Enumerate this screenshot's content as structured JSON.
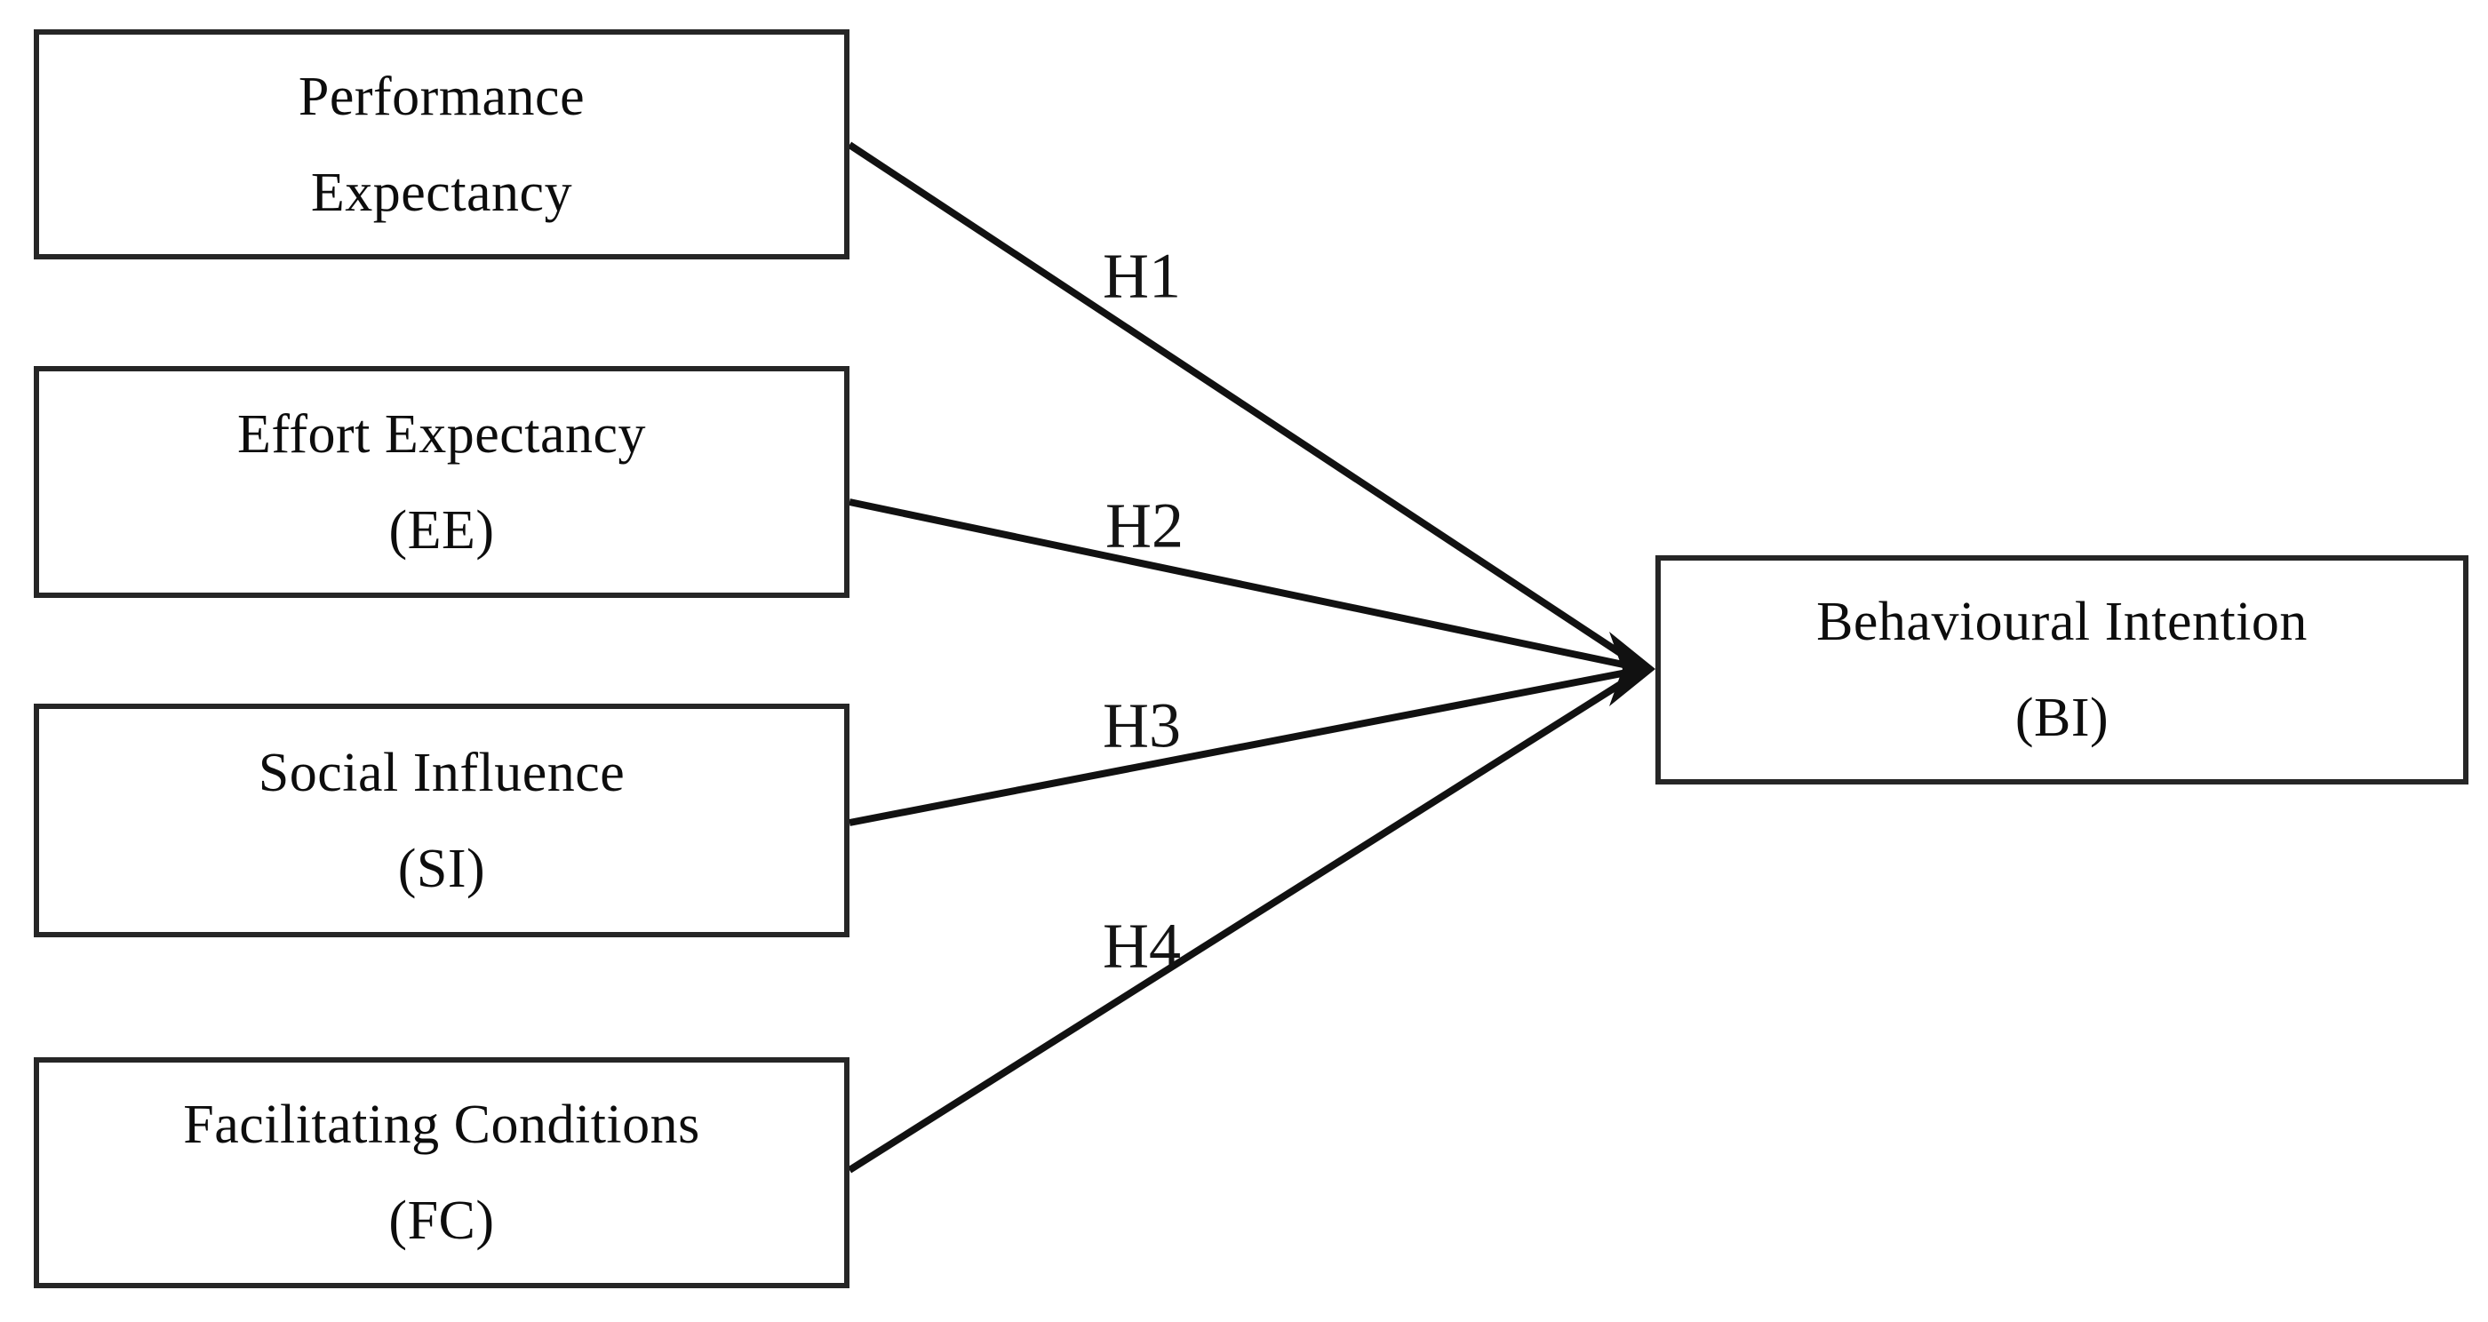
{
  "diagram": {
    "nodes": [
      {
        "id": "performance-expectancy",
        "line1": "Performance",
        "line2": "Expectancy"
      },
      {
        "id": "effort-expectancy",
        "line1": "Effort Expectancy",
        "line2": "(EE)"
      },
      {
        "id": "social-influence",
        "line1": "Social Influence",
        "line2": "(SI)"
      },
      {
        "id": "facilitating-conditions",
        "line1": "Facilitating Conditions",
        "line2": "(FC)"
      },
      {
        "id": "behavioural-intention",
        "line1": "Behavioural Intention",
        "line2": "(BI)"
      }
    ],
    "edges": [
      {
        "label": "H1",
        "from": "performance-expectancy",
        "to": "behavioural-intention"
      },
      {
        "label": "H2",
        "from": "effort-expectancy",
        "to": "behavioural-intention"
      },
      {
        "label": "H3",
        "from": "social-influence",
        "to": "behavioural-intention"
      },
      {
        "label": "H4",
        "from": "facilitating-conditions",
        "to": "behavioural-intention"
      }
    ],
    "colors": {
      "background": "#ffffff",
      "box_border": "#262626",
      "arrow": "#111111",
      "text": "#0d0d0d"
    }
  }
}
